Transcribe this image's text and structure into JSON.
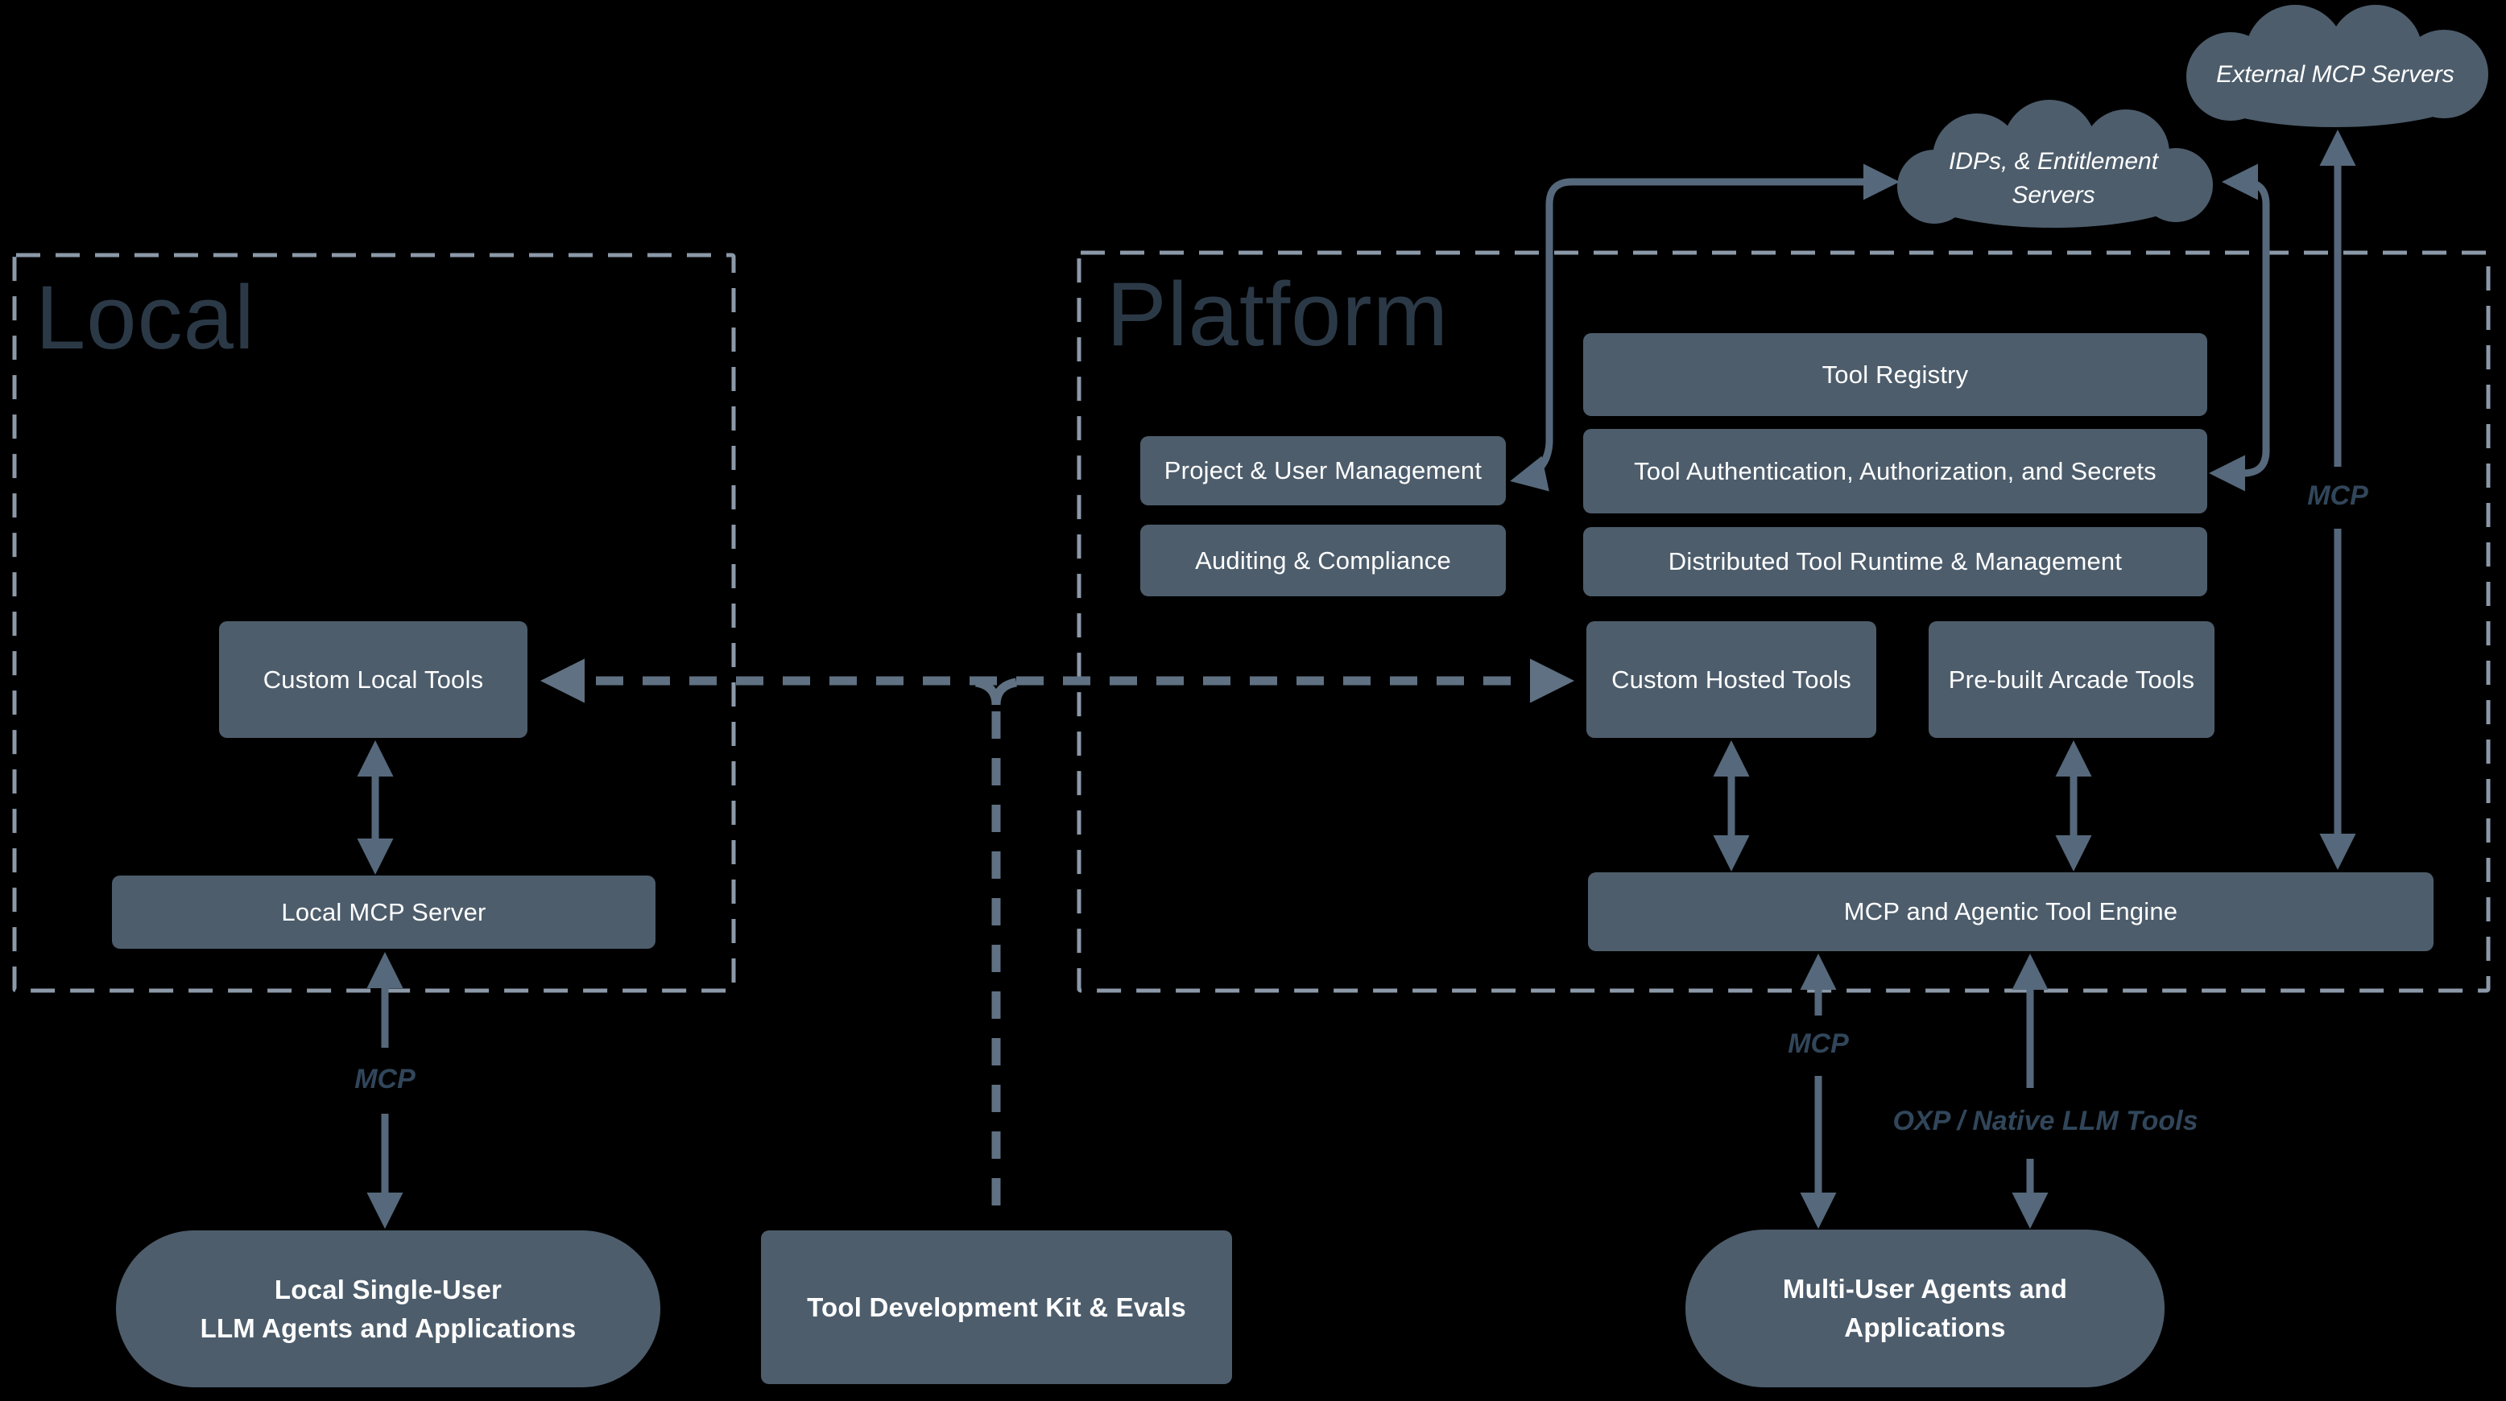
{
  "palette": {
    "background": "#000000",
    "box_fill": "#4d5d6c",
    "box_text": "#ffffff",
    "region_title": "#2b3947",
    "region_border": "#8b99a8",
    "arrow": "#56687b",
    "dashed_arrow": "#5f7182",
    "edge_label": "#31465a"
  },
  "regions": {
    "local": {
      "title": "Local"
    },
    "platform": {
      "title": "Platform"
    }
  },
  "clouds": {
    "external_mcp": {
      "label": "External MCP Servers"
    },
    "idp": {
      "label_line1": "IDPs, & Entitlement",
      "label_line2": "Servers"
    }
  },
  "nodes": {
    "custom_local_tools": {
      "label": "Custom Local Tools"
    },
    "local_mcp_server": {
      "label": "Local MCP Server"
    },
    "tool_registry": {
      "label": "Tool Registry"
    },
    "project_user_management": {
      "label": "Project & User Management"
    },
    "tool_auth": {
      "label": "Tool Authentication, Authorization, and Secrets"
    },
    "auditing_compliance": {
      "label": "Auditing & Compliance"
    },
    "distributed_runtime": {
      "label": "Distributed Tool Runtime & Management"
    },
    "custom_hosted_tools": {
      "label": "Custom Hosted Tools"
    },
    "prebuilt_arcade_tools": {
      "label": "Pre-built Arcade Tools"
    },
    "engine": {
      "label": "MCP and Agentic Tool Engine"
    },
    "tool_dev_kit": {
      "label": "Tool Development Kit & Evals"
    },
    "local_agents": {
      "line1": "Local Single-User",
      "line2": "LLM Agents and Applications"
    },
    "multi_agents": {
      "line1": "Multi-User Agents and",
      "line2": "Applications"
    }
  },
  "edge_labels": {
    "local_mcp": "MCP",
    "external_mcp": "MCP",
    "engine_mcp": "MCP",
    "engine_oxp": "OXP / Native LLM Tools"
  }
}
